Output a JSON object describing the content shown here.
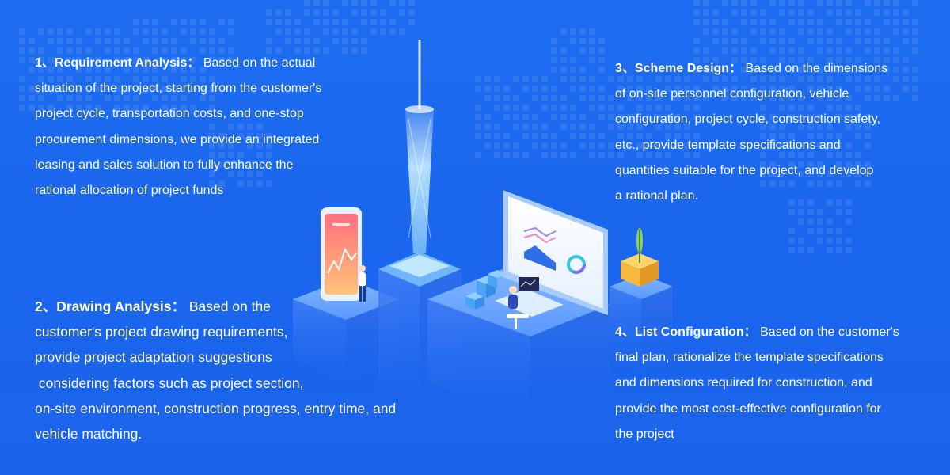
{
  "sections": [
    {
      "title": "1、Requirement Analysis：",
      "lines": [
        " Based on the actual",
        "situation of the project, starting from the customer's",
        "project cycle, transportation costs, and one-stop",
        "procurement dimensions, we provide an integrated",
        "leasing and sales solution to fully enhance the",
        "rational allocation of project funds"
      ]
    },
    {
      "title": "2、Drawing Analysis：",
      "lines": [
        " Based on the",
        "customer's project drawing requirements,",
        "provide project adaptation suggestions",
        " considering factors such as project section,",
        "on-site environment, construction progress, entry time, and",
        "vehicle matching."
      ]
    },
    {
      "title": "3、Scheme Design：",
      "lines": [
        " Based on the dimensions",
        "of on-site personnel configuration, vehicle",
        "configuration, project cycle, construction safety,",
        "etc., provide template specifications and",
        "quantities suitable for the project, and develop",
        "a rational plan."
      ]
    },
    {
      "title": "4、List Configuration：",
      "lines": [
        " Based on the customer's",
        "final plan, rationalize the template specifications",
        "and dimensions required for construction, and",
        "provide the most cost-effective configuration for",
        "the project"
      ]
    }
  ]
}
